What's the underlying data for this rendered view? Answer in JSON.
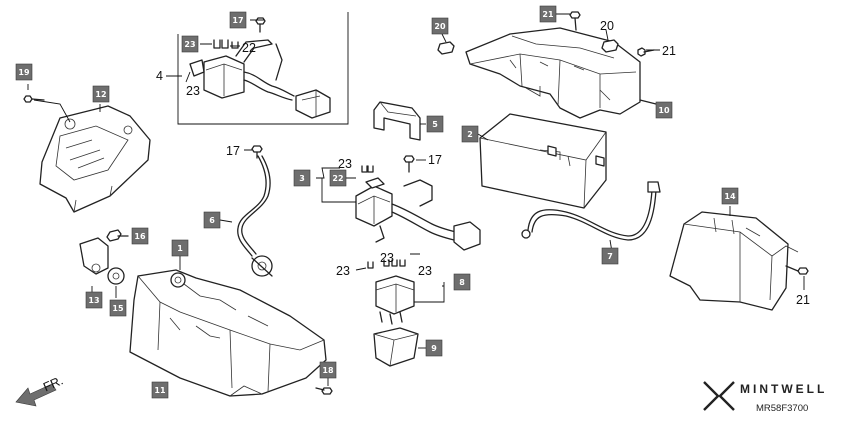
{
  "callouts": {
    "c19": "19",
    "c12": "12",
    "c17a": "17",
    "c23a": "23",
    "c22a": "22",
    "c4": "4",
    "c23b": "23",
    "c20a": "20",
    "c21a": "21",
    "c20b": "20",
    "c21b": "21",
    "c10": "10",
    "c5": "5",
    "c2": "2",
    "c17b": "17",
    "c23c": "23",
    "c17c": "17",
    "c3": "3",
    "c22b": "22",
    "c6": "6",
    "c7": "7",
    "c14": "14",
    "c21c": "21",
    "c16": "16",
    "c1": "1",
    "c23d": "23",
    "c23e": "23",
    "c23f": "23",
    "c8": "8",
    "c13": "13",
    "c15": "15",
    "c9": "9",
    "c11": "11",
    "c18": "18"
  },
  "direction": {
    "label": "FR."
  },
  "footer": {
    "brand": "MINTWELL",
    "code": "MR58F3700"
  },
  "icons": {
    "logo": "mintwell-logo-icon",
    "arrow": "front-arrow-icon"
  },
  "colors": {
    "callout_box": "#6e6e6e",
    "line": "#222222"
  }
}
